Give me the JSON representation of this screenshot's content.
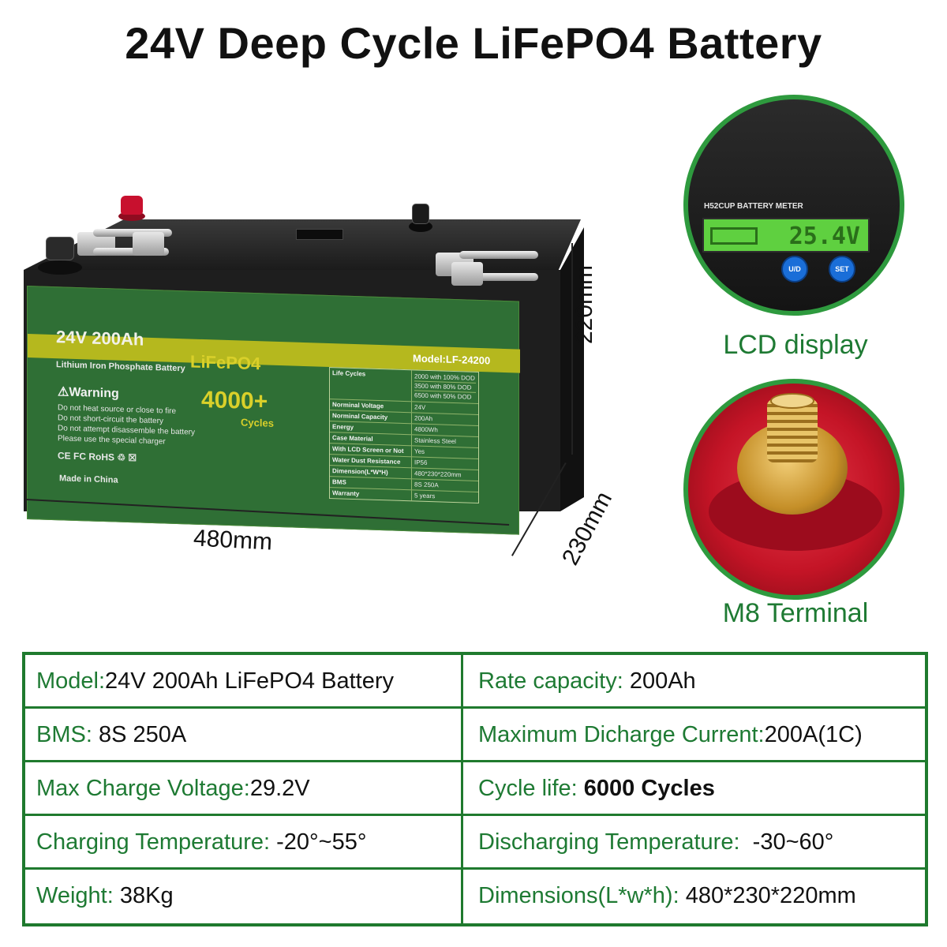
{
  "title": "24V Deep Cycle LiFePO4 Battery",
  "battery_label": {
    "voltage_capacity": "24V  200Ah",
    "chemistry": "LiFePO4",
    "subtitle": "Lithium Iron Phosphate Battery",
    "model": "Model:LF-24200",
    "cycles_number": "4000+",
    "cycles_word": "Cycles",
    "warning_title": "⚠Warning",
    "warning_lines": [
      "Do not heat source or close to fire",
      "Do not short-circuit the battery",
      "Do not attempt disassemble the battery",
      "Please use the special charger"
    ],
    "certifications": "CE  FC  RoHS  ♲  ☒",
    "made_in": "Made in China",
    "spec_table": {
      "life_cycles_key": "Life Cycles",
      "life_cycles_values": [
        "2000 with 100% DOD",
        "3500 with 80% DOD",
        "6500 with 50% DOD"
      ],
      "rows": [
        {
          "k": "Norminal Voltage",
          "v": "24V"
        },
        {
          "k": "Norminal Capacity",
          "v": "200Ah"
        },
        {
          "k": "Energy",
          "v": "4800Wh"
        },
        {
          "k": "Case Material",
          "v": "Stainless Steel"
        },
        {
          "k": "With LCD Screen or Not",
          "v": "Yes"
        },
        {
          "k": "Water Dust Resistance",
          "v": "IP56"
        },
        {
          "k": "Dimension(L*W*H)",
          "v": "480*230*220mm"
        },
        {
          "k": "BMS",
          "v": "8S 250A"
        },
        {
          "k": "Warranty",
          "v": "5 years"
        }
      ]
    }
  },
  "dimensions": {
    "length": "480mm",
    "height": "220mm",
    "width": "230mm"
  },
  "insets": {
    "lcd": {
      "meter_label": "H52CUP BATTERY METER",
      "reading": "25.4V",
      "btn_ud": "U/D",
      "btn_set": "SET",
      "caption": "LCD display"
    },
    "terminal": {
      "caption": "M8 Terminal"
    }
  },
  "specs": [
    [
      {
        "k": "Model:",
        "v": "24V 200Ah LiFePO4 Battery",
        "bold": false
      },
      {
        "k": "Rate capacity:",
        "v": "200Ah",
        "bold": false
      }
    ],
    [
      {
        "k": "BMS:",
        "v": "8S 250A",
        "bold": false
      },
      {
        "k": "Maximum Dicharge Current:",
        "v": "200A(1C)",
        "bold": false
      }
    ],
    [
      {
        "k": "Max Charge Voltage:",
        "v": "29.2V",
        "bold": false
      },
      {
        "k": "Cycle life:",
        "v": "6000 Cycles",
        "bold": true
      }
    ],
    [
      {
        "k": "Charging Temperature:",
        "v": "-20°~55°",
        "bold": false
      },
      {
        "k": "Discharging Temperature:",
        "v": "-30~60°",
        "bold": false
      }
    ],
    [
      {
        "k": "Weight:",
        "v": "38Kg",
        "bold": false
      },
      {
        "k": "Dimensions(L*w*h):",
        "v": "480*230*220mm",
        "bold": false
      }
    ]
  ],
  "colors": {
    "accent_green": "#1e7a33",
    "label_green": "#2f6f35",
    "label_yellow": "#d9d02a",
    "terminal_red": "#c41426"
  }
}
